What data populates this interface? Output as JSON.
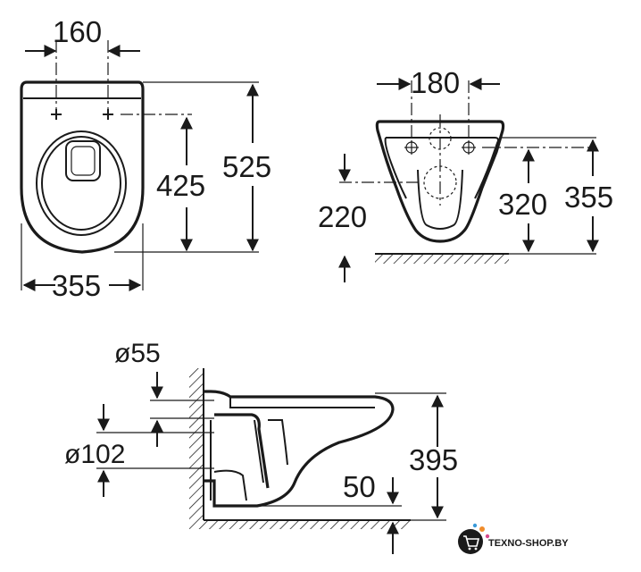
{
  "top_view": {
    "width_top": "160",
    "height_inner": "425",
    "height_outer": "525",
    "width_bottom": "355"
  },
  "front_view": {
    "width_top": "180",
    "height_left": "220",
    "height_mid": "320",
    "height_right": "355"
  },
  "side_view": {
    "pipe_small": "ø55",
    "pipe_large": "ø102",
    "height_total": "395",
    "height_floor": "50"
  },
  "watermark": {
    "text": "TEXNO-SHOP.BY"
  },
  "colors": {
    "line": "#1a1a1a",
    "logo_circle": "#1a1a1a"
  }
}
